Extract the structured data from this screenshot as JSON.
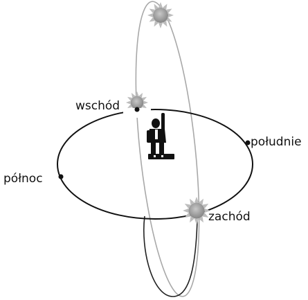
{
  "labels": {
    "east": "wschód",
    "south": "południe",
    "north": "północ",
    "west": "zachód"
  },
  "icons": {
    "sun": "sun-icon",
    "observer": "person-pointing-icon"
  },
  "colors": {
    "ink": "#111111",
    "sun_core": "#9a9a9a",
    "sun_ray": "#bdbdbd",
    "sun_path": "#aaaaaa"
  }
}
